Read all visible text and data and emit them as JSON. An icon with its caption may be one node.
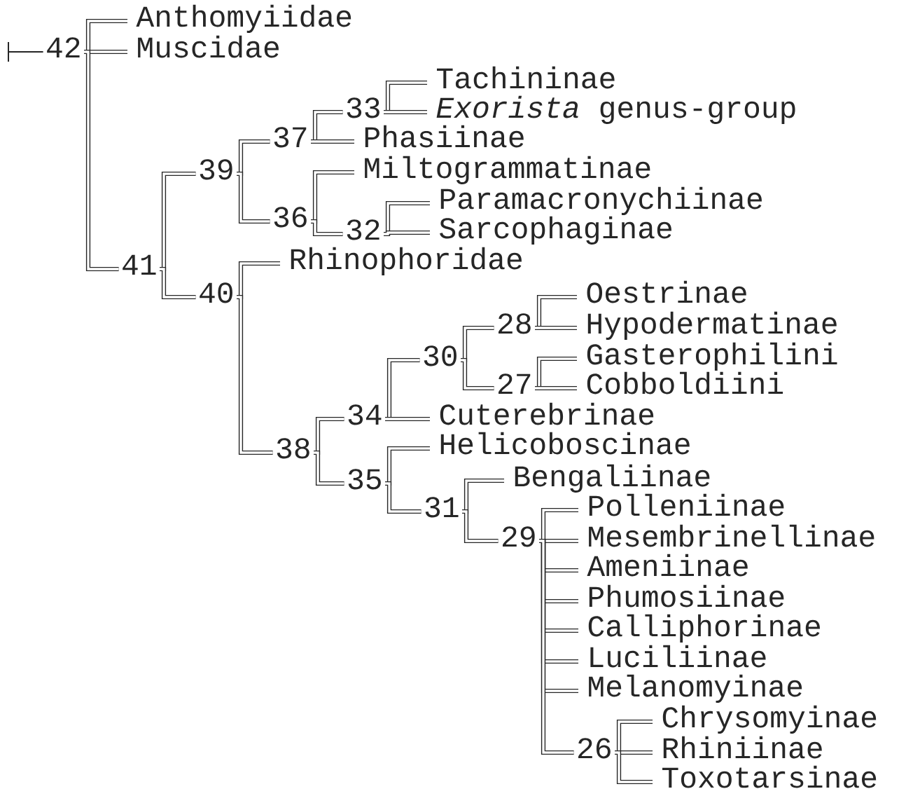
{
  "diagram": {
    "nodes": [
      {
        "text": [
          "Anthomyiidae"
        ]
      },
      {
        "text": [
          "42"
        ]
      },
      {
        "text": [
          "Muscidae"
        ]
      },
      {
        "text": [
          "Tachininae"
        ]
      },
      {
        "text": [
          "33"
        ]
      },
      {
        "text": [
          "*Exorista* genus-group"
        ]
      },
      {
        "text": [
          "37"
        ]
      },
      {
        "text": [
          "Phasiinae"
        ]
      },
      {
        "text": [
          "39"
        ]
      },
      {
        "text": [
          "Miltogrammatinae"
        ]
      },
      {
        "text": [
          "Paramacronychiinae"
        ]
      },
      {
        "text": [
          "36"
        ]
      },
      {
        "text": [
          "32"
        ]
      },
      {
        "text": [
          "Sarcophaginae"
        ]
      },
      {
        "text": [
          "41"
        ]
      },
      {
        "text": [
          "Rhinophoridae"
        ]
      },
      {
        "text": [
          "40"
        ]
      },
      {
        "text": [
          "Oestrinae"
        ]
      },
      {
        "text": [
          "28"
        ]
      },
      {
        "text": [
          "Hypodermatinae"
        ]
      },
      {
        "text": [
          "30"
        ]
      },
      {
        "text": [
          "Gasterophilini"
        ]
      },
      {
        "text": [
          "27"
        ]
      },
      {
        "text": [
          "Cobboldiini"
        ]
      },
      {
        "text": [
          "34"
        ]
      },
      {
        "text": [
          "Cuterebrinae"
        ]
      },
      {
        "text": [
          "Helicoboscinae"
        ]
      },
      {
        "text": [
          "38"
        ]
      },
      {
        "text": [
          "35"
        ]
      },
      {
        "text": [
          "Bengaliinae"
        ]
      },
      {
        "text": [
          "31"
        ]
      },
      {
        "text": [
          "Polleniinae"
        ]
      },
      {
        "text": [
          "29"
        ]
      },
      {
        "text": [
          "Mesembrinellinae"
        ]
      },
      {
        "text": [
          "Ameniinae"
        ]
      },
      {
        "text": [
          "Phumosiinae"
        ]
      },
      {
        "text": [
          "Calliphorinae"
        ]
      },
      {
        "text": [
          "Luciliinae"
        ]
      },
      {
        "text": [
          "Melanomyinae"
        ]
      },
      {
        "text": [
          "Chrysomyinae"
        ]
      },
      {
        "text": [
          "26"
        ]
      },
      {
        "text": [
          "Rhiniinae"
        ]
      },
      {
        "text": [
          "Toxotarsinae"
        ]
      }
    ],
    "edges": [
      {
        "from": null,
        "to": 1,
        "arrow": "none"
      },
      {
        "from": 1,
        "to": 0,
        "arrow": "none"
      },
      {
        "from": 1,
        "to": 2,
        "arrow": "none"
      },
      {
        "from": 1,
        "to": 14,
        "arrow": "none"
      },
      {
        "from": 14,
        "to": 8,
        "arrow": "none"
      },
      {
        "from": 14,
        "to": 16,
        "arrow": "none"
      },
      {
        "from": 8,
        "to": 6,
        "arrow": "none"
      },
      {
        "from": 8,
        "to": 11,
        "arrow": "none"
      },
      {
        "from": 6,
        "to": 4,
        "arrow": "none"
      },
      {
        "from": 6,
        "to": 7,
        "arrow": "none"
      },
      {
        "from": 4,
        "to": 3,
        "arrow": "none"
      },
      {
        "from": 4,
        "to": 5,
        "arrow": "none"
      },
      {
        "from": 11,
        "to": 9,
        "arrow": "none"
      },
      {
        "from": 11,
        "to": 12,
        "arrow": "none"
      },
      {
        "from": 12,
        "to": 10,
        "arrow": "none"
      },
      {
        "from": 12,
        "to": 13,
        "arrow": "none"
      },
      {
        "from": 16,
        "to": 15,
        "arrow": "none"
      },
      {
        "from": 16,
        "to": 27,
        "arrow": "none"
      },
      {
        "from": 27,
        "to": 24,
        "arrow": "none"
      },
      {
        "from": 27,
        "to": 28,
        "arrow": "none"
      },
      {
        "from": 24,
        "to": 20,
        "arrow": "none"
      },
      {
        "from": 24,
        "to": 25,
        "arrow": "none"
      },
      {
        "from": 20,
        "to": 18,
        "arrow": "none"
      },
      {
        "from": 20,
        "to": 22,
        "arrow": "none"
      },
      {
        "from": 18,
        "to": 17,
        "arrow": "none"
      },
      {
        "from": 18,
        "to": 19,
        "arrow": "none"
      },
      {
        "from": 22,
        "to": 21,
        "arrow": "none"
      },
      {
        "from": 22,
        "to": 23,
        "arrow": "none"
      },
      {
        "from": 28,
        "to": 26,
        "arrow": "none"
      },
      {
        "from": 28,
        "to": 30,
        "arrow": "none"
      },
      {
        "from": 30,
        "to": 29,
        "arrow": "none"
      },
      {
        "from": 30,
        "to": 32,
        "arrow": "none"
      },
      {
        "from": 32,
        "to": 31,
        "arrow": "none"
      },
      {
        "from": 32,
        "to": 33,
        "arrow": "none"
      },
      {
        "from": 32,
        "to": 34,
        "arrow": "none"
      },
      {
        "from": 32,
        "to": 35,
        "arrow": "none"
      },
      {
        "from": 32,
        "to": 36,
        "arrow": "none"
      },
      {
        "from": 32,
        "to": 37,
        "arrow": "none"
      },
      {
        "from": 32,
        "to": 38,
        "arrow": "none"
      },
      {
        "from": 32,
        "to": 40,
        "arrow": "none"
      },
      {
        "from": 40,
        "to": 39,
        "arrow": "none"
      },
      {
        "from": 40,
        "to": 41,
        "arrow": "none"
      },
      {
        "from": 40,
        "to": 42,
        "arrow": "none"
      }
    ]
  }
}
